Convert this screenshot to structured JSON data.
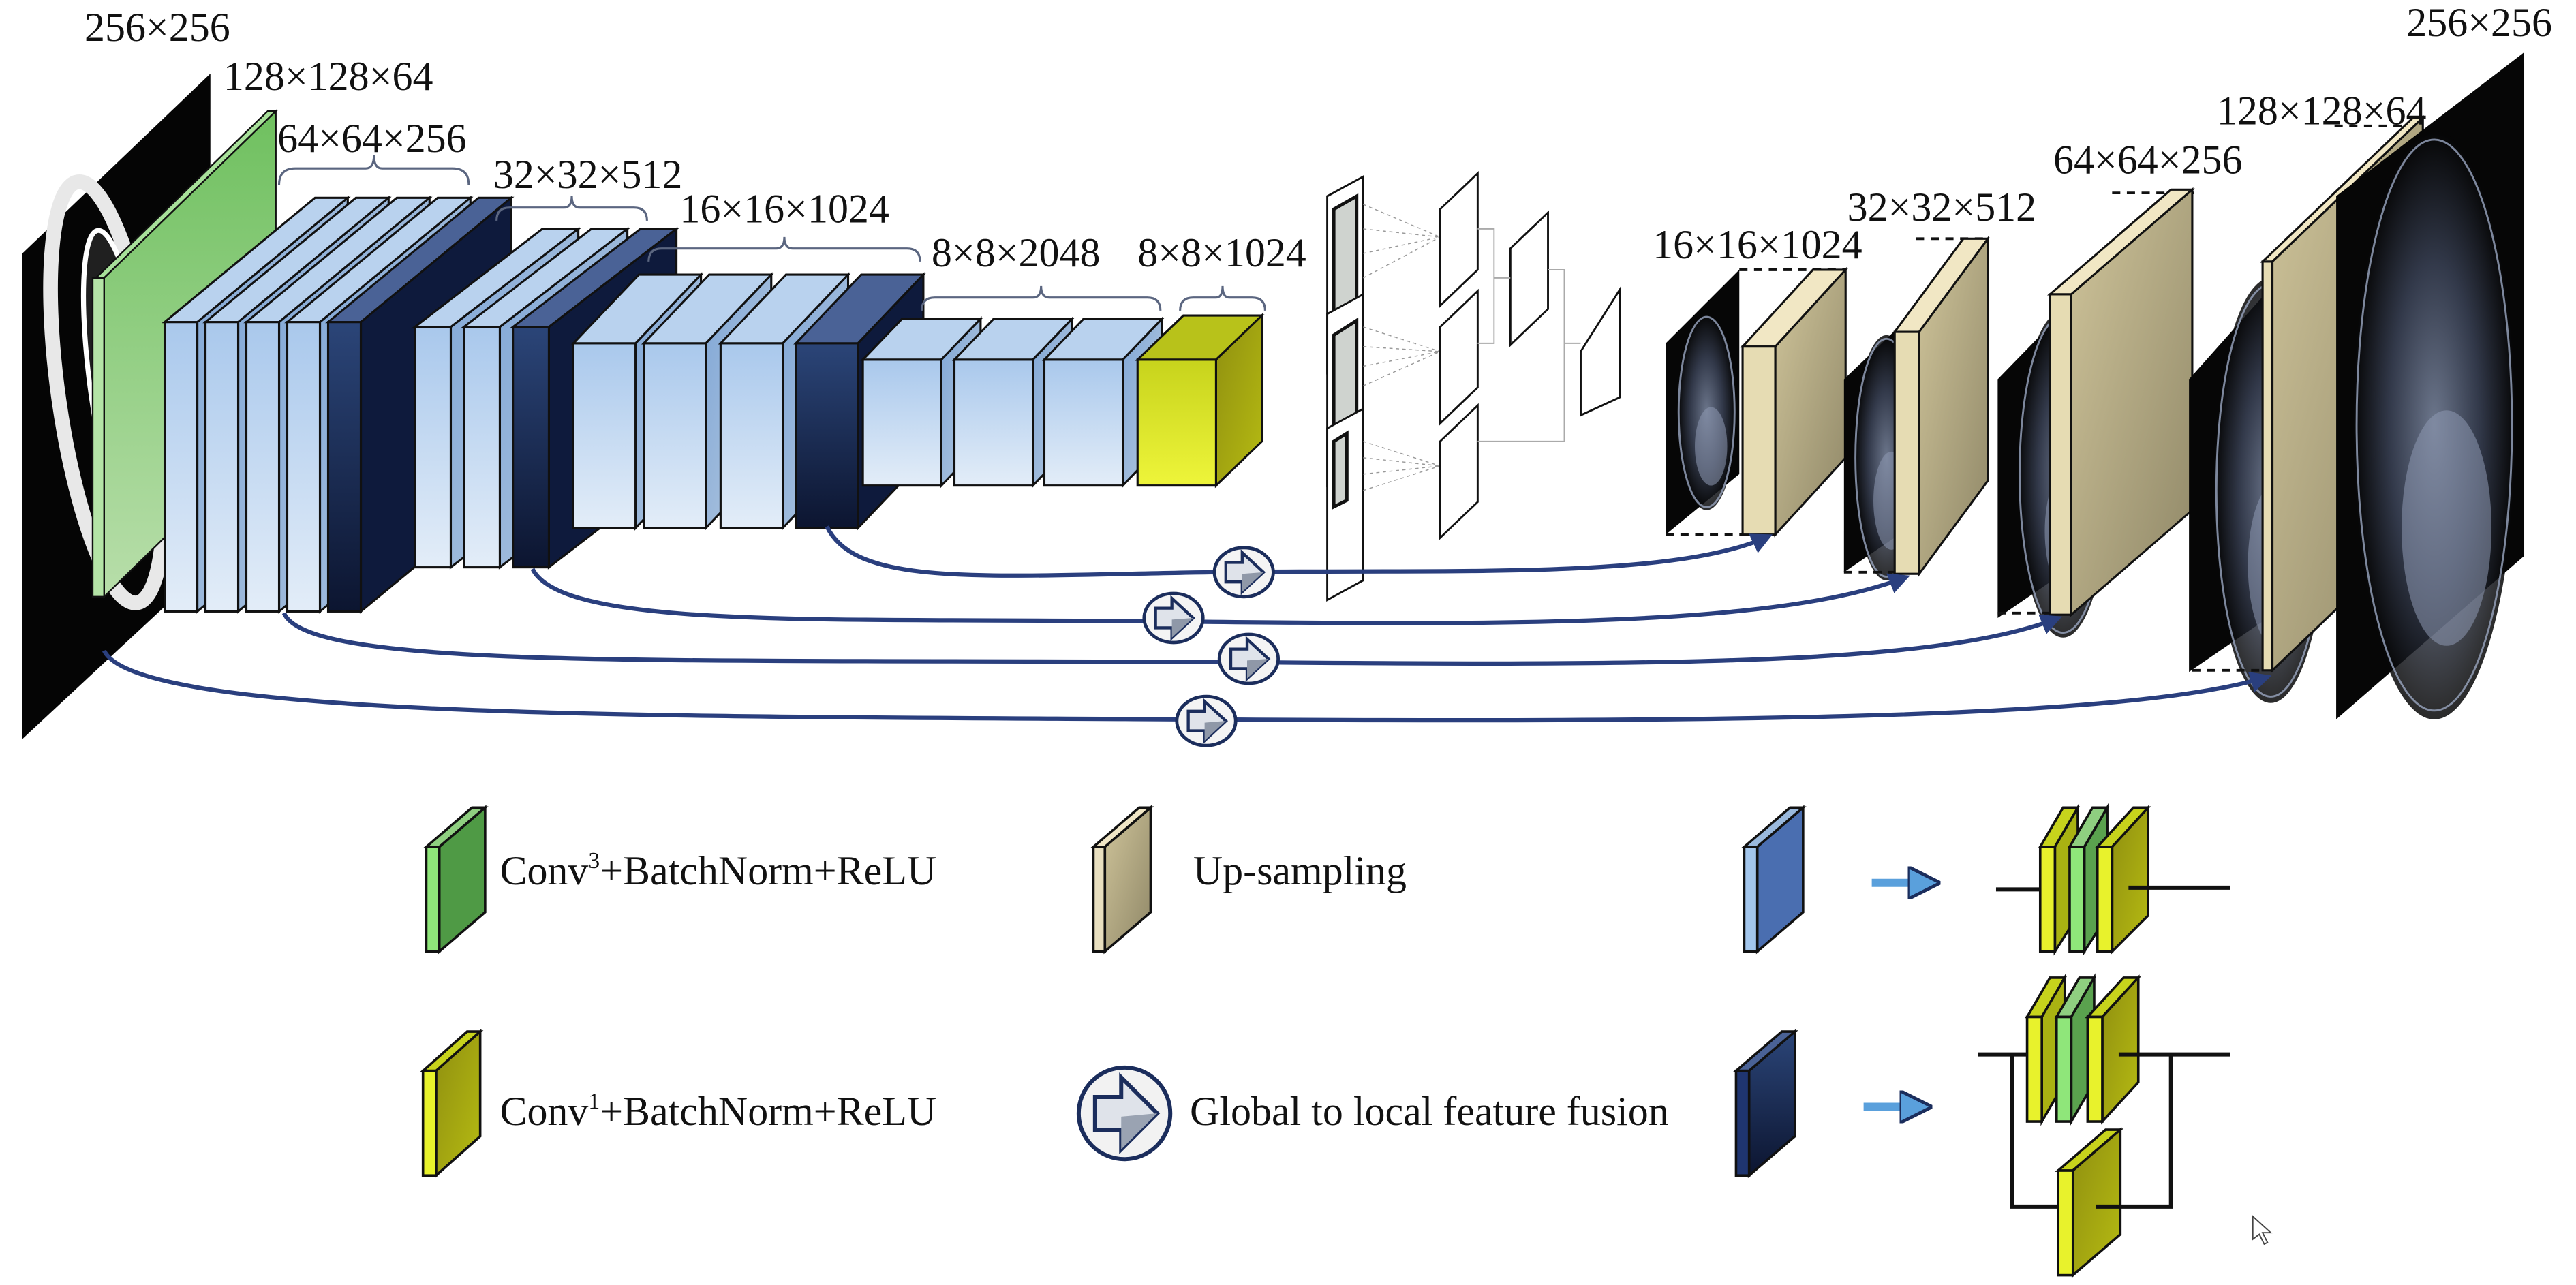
{
  "encoder": {
    "input_label": "256×256",
    "stage_labels": [
      "128×128×64",
      "64×64×256",
      "32×32×512",
      "16×16×1024",
      "8×8×2048",
      "8×8×1024"
    ]
  },
  "decoder": {
    "stage_labels": [
      "16×16×1024",
      "32×32×512",
      "64×64×256",
      "128×128×64"
    ],
    "output_label": "256×256"
  },
  "legend": {
    "items": [
      {
        "key": "conv3",
        "text": "Conv",
        "sup": "3",
        "rest": "+BatchNorm+ReLU",
        "color": "#7cc66b"
      },
      {
        "key": "upsampling",
        "text": "Up-sampling",
        "color": "#cfc59c"
      },
      {
        "key": "conv1",
        "text": "Conv",
        "sup": "1",
        "rest": "+BatchNorm+ReLU",
        "color": "#c9d020"
      },
      {
        "key": "fusion",
        "text": "Global to local feature fusion"
      }
    ]
  },
  "colors": {
    "light_block": "#b5d0ee",
    "dark_block": "#1b2d5c",
    "conv3": "#7cc66b",
    "conv1": "#d4dc22",
    "upsample": "#cfc59c",
    "skip_line": "#2a3f7e"
  }
}
